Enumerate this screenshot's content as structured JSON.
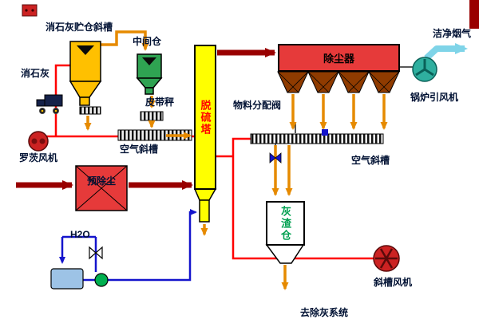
{
  "labels": {
    "slaked_lime_silo_chute": "消石灰贮仓斜槽",
    "slaked_lime": "消石灰",
    "intermediate_silo": "中间仓",
    "belt_scale": "皮带秤",
    "desulfurization_tower": "脱硫塔",
    "material_distribution_valve": "物料分配阀",
    "dust_collector": "除尘器",
    "clean_flue_gas": "洁净烟气",
    "boiler_induced_draft_fan": "锅炉引风机",
    "roots_blower": "罗茨风机",
    "air_chute_left": "空气斜槽",
    "air_chute_right": "空气斜槽",
    "pre_deduster": "预除尘",
    "water": "H2O",
    "ash_silo": "灰渣仓",
    "chute_fan": "斜槽风机",
    "to_ash_removal_system": "去除灰系统"
  },
  "colors": {
    "maroon": "#990000",
    "orange": "#E68A00",
    "pipe-red": "#FF0000",
    "water-blue": "#1414CC",
    "clean-cyan": "#7FD4E8",
    "tower-yellow": "#FFFF00",
    "tower-text": "#FF0000",
    "collector-red": "#E63A3A",
    "hopper-brown": "#8F3B00",
    "silo-yellow": "#FFC000",
    "silo-green": "#2FA352",
    "ash-green": "#00A050",
    "tank-blue": "#9DC3E6",
    "pump-green": "#00B050",
    "fan-red": "#CC2222",
    "fan-teal": "#2FAF9F",
    "label": "#001133"
  }
}
